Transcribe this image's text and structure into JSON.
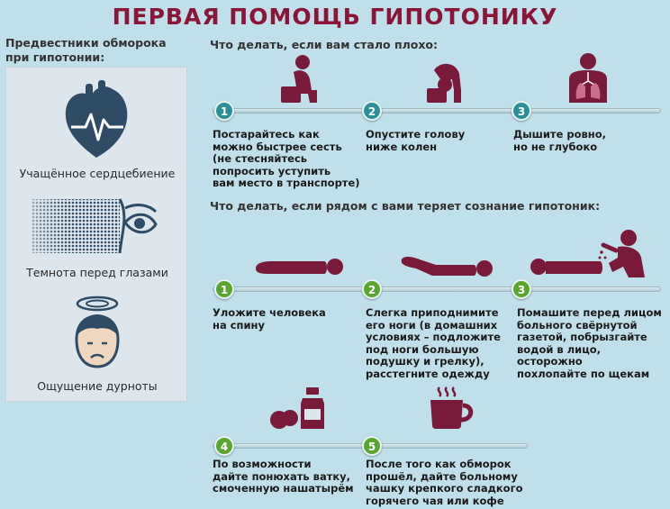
{
  "title": "ПЕРВАЯ ПОМОЩЬ ГИПОТОНИКУ",
  "sidebar": {
    "heading": "Предвестники обморока\nпри гипотонии:",
    "items": [
      {
        "label": "Учащённое сердцебиение",
        "icon": "heart-pulse-icon"
      },
      {
        "label": "Темнота перед глазами",
        "icon": "dark-vision-eye-icon"
      },
      {
        "label": "Ощущение дурноты",
        "icon": "dizzy-face-icon"
      }
    ]
  },
  "section1": {
    "heading": "Что делать, если вам стало плохо:",
    "steps": [
      {
        "num": "1",
        "text": "Постарайтесь как\nможно быстрее сесть\n(не стесняйтесь\nпопросить уступить\nвам место в транспорте)",
        "icon": "sitting-person-icon"
      },
      {
        "num": "2",
        "text": "Опустите голову\nниже колен",
        "icon": "head-down-person-icon"
      },
      {
        "num": "3",
        "text": "Дышите ровно,\nно не глубоко",
        "icon": "lungs-torso-icon"
      }
    ]
  },
  "section2": {
    "heading": "Что делать, если рядом с вами теряет сознание гипотоник:",
    "steps": [
      {
        "num": "1",
        "text": "Уложите человека\nна спину",
        "icon": "lying-person-icon"
      },
      {
        "num": "2",
        "text": "Слегка приподнимите\nего ноги (в домашних\nусловиях – подложите\nпод ноги большую\nподушку и грелку),\nрасстегните одежду",
        "icon": "legs-raised-person-icon"
      },
      {
        "num": "3",
        "text": "Помашите перед лицом\nбольного свёрнутой\nгазетой, побрызгайте\nводой в лицо, осторожно\nпохлопайте по щекам",
        "icon": "helper-splash-icon"
      },
      {
        "num": "4",
        "text": "По возможности\nдайте понюхать ватку,\nсмоченную нашатырём",
        "icon": "ammonia-bottle-icon"
      },
      {
        "num": "5",
        "text": "После того как обморок\nпрошёл, дайте больному\nчашку крепкого сладкого\nгорячего чая или кофе",
        "icon": "hot-cup-icon"
      }
    ]
  },
  "colors": {
    "background": "#bfe0ea",
    "title": "#8a1538",
    "icon": "#7a1a3a",
    "step_teal": "#2a8f96",
    "step_green": "#58a62e"
  }
}
